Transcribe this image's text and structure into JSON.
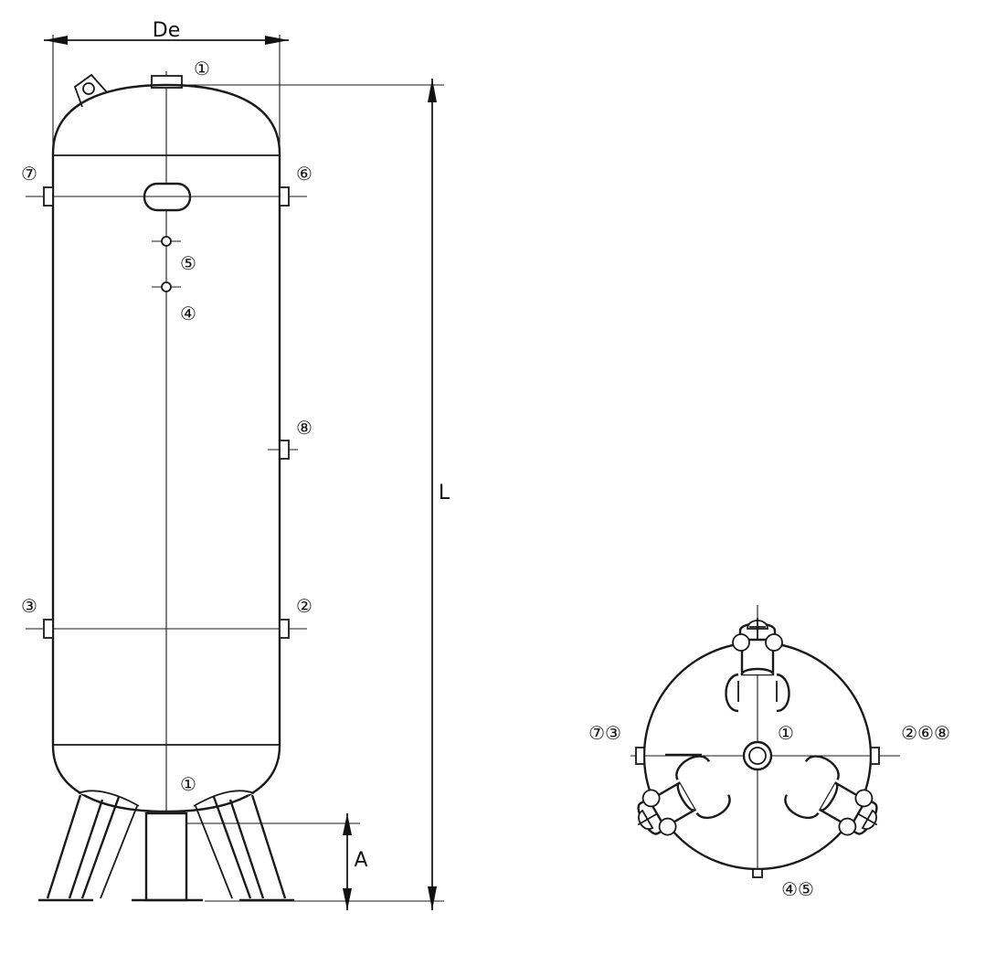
{
  "drawing": {
    "dimensions": {
      "diameter_label": "De",
      "length_label": "L",
      "leg_height_label": "A"
    },
    "side_view_callouts": {
      "top_outlet": "①",
      "bottom_outlet": "①",
      "upper_left_port": "⑦",
      "upper_right_port": "⑥",
      "gauge_port_upper": "⑤",
      "gauge_port_lower": "④",
      "mid_right_port": "⑧",
      "lower_left_port": "③",
      "lower_right_port": "②"
    },
    "plan_view_callouts": {
      "center": "①",
      "left_ports": "⑦③",
      "right_ports": "②⑥⑧",
      "bottom_ports": "④⑤"
    }
  }
}
